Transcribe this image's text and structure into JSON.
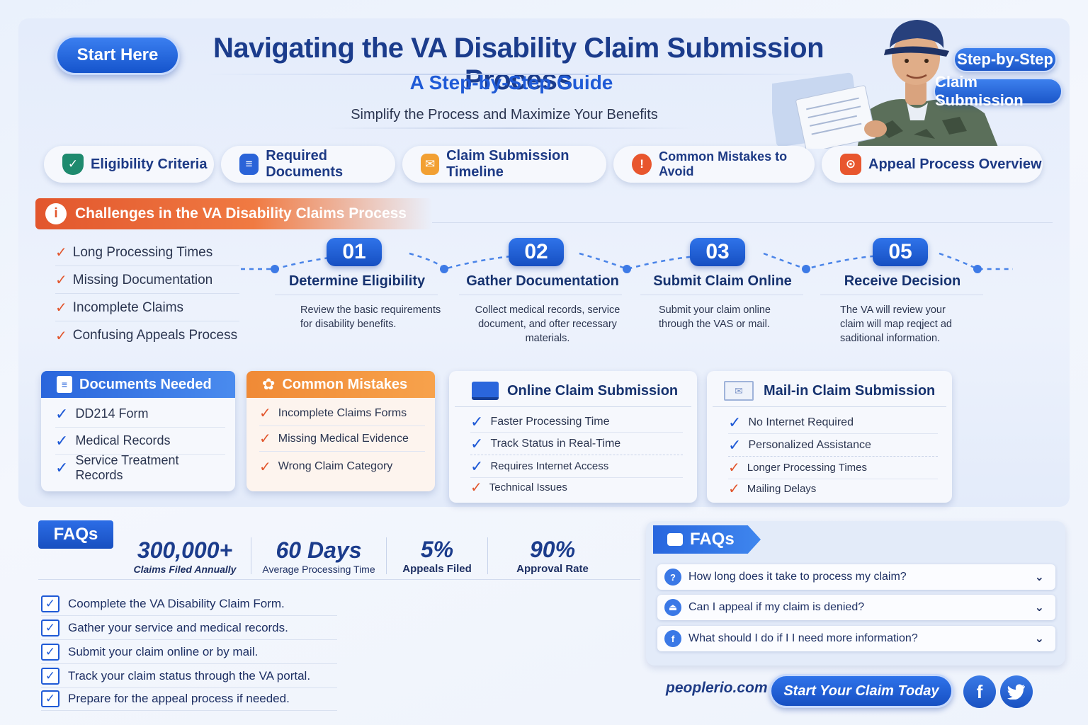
{
  "header": {
    "start_button": "Start Here",
    "title": "Navigating the VA Disability Claim Submission Process",
    "subtitle": "A Step-by-Step Guide",
    "tagline": "Simplify the Process and Maximize Your Benefits",
    "badge_top": "Step-by-Step",
    "badge_bottom": "Claim Submission"
  },
  "nav": [
    {
      "label": "Eligibility Criteria",
      "icon": "shield-check-icon",
      "color": "#1e8a6e"
    },
    {
      "label": "Required Documents",
      "icon": "document-icon",
      "color": "#2a63d8"
    },
    {
      "label": "Claim Submission Timeline",
      "icon": "envelope-icon",
      "color": "#f2a033"
    },
    {
      "label": "Common Mistakes to Avoid",
      "icon": "alert-people-icon",
      "color": "#e8562e"
    },
    {
      "label": "Appeal Process Overview",
      "icon": "lock-icon",
      "color": "#e8562e"
    }
  ],
  "challenges": {
    "title": "Challenges in the VA Disability Claims Process",
    "items": [
      "Long Processing Times",
      "Missing Documentation",
      "Incomplete Claims",
      "Confusing Appeals Process"
    ]
  },
  "steps": [
    {
      "num": "01",
      "title": "Determine Eligibility",
      "desc": "Review the basic requirements for disability benefits."
    },
    {
      "num": "02",
      "title": "Gather Documentation",
      "desc": "Collect medical records, service document, and ofter recessary materials."
    },
    {
      "num": "03",
      "title": "Submit Claim Online",
      "desc": "Submit your claim online through the VAS or mail."
    },
    {
      "num": "05",
      "title": "Receive Decision",
      "desc": "The VA will review your claim will map reqject ad saditional information."
    }
  ],
  "cards": {
    "documents": {
      "title": "Documents Needed",
      "items": [
        "DD214 Form",
        "Medical Records",
        "Service Treatment Records"
      ]
    },
    "mistakes": {
      "title": "Common Mistakes",
      "items": [
        "Incomplete Claims Forms",
        "Missing Medical Evidence",
        "Wrong Claim Category"
      ]
    },
    "online": {
      "title": "Online Claim Submission",
      "pros": [
        "Faster Processing Time",
        "Track Status in Real-Time"
      ],
      "cons": [
        "Requires Internet Access",
        "Technical Issues"
      ]
    },
    "mail": {
      "title": "Mail-in Claim Submission",
      "pros": [
        "No Internet Required",
        "Personalized Assistance"
      ],
      "cons": [
        "Longer Processing Times",
        "Mailing Delays"
      ]
    }
  },
  "stats": {
    "tag": "FAQs",
    "items": [
      {
        "value": "300,000+",
        "label": "Claims Filed Annually"
      },
      {
        "value": "60 Days",
        "label": "Average Processing Time"
      },
      {
        "value": "5%",
        "label": "Appeals Filed"
      },
      {
        "value": "90%",
        "label": "Approval Rate"
      }
    ]
  },
  "checklist": [
    "Coomplete the VA Disability Claim Form.",
    "Gather your service and medical records.",
    "Submit your claim online or by mail.",
    "Track your claim status through the VA portal.",
    "Prepare for the appeal process if needed."
  ],
  "faq": {
    "title": "FAQs",
    "questions": [
      "How long does it take to process my claim?",
      "Can I appeal if my claim is denied?",
      "What should I do if I I need more information?"
    ]
  },
  "footer": {
    "site": "peoplerio.com",
    "cta": "Start Your Claim Today",
    "social": [
      "facebook-icon",
      "twitter-icon"
    ]
  }
}
